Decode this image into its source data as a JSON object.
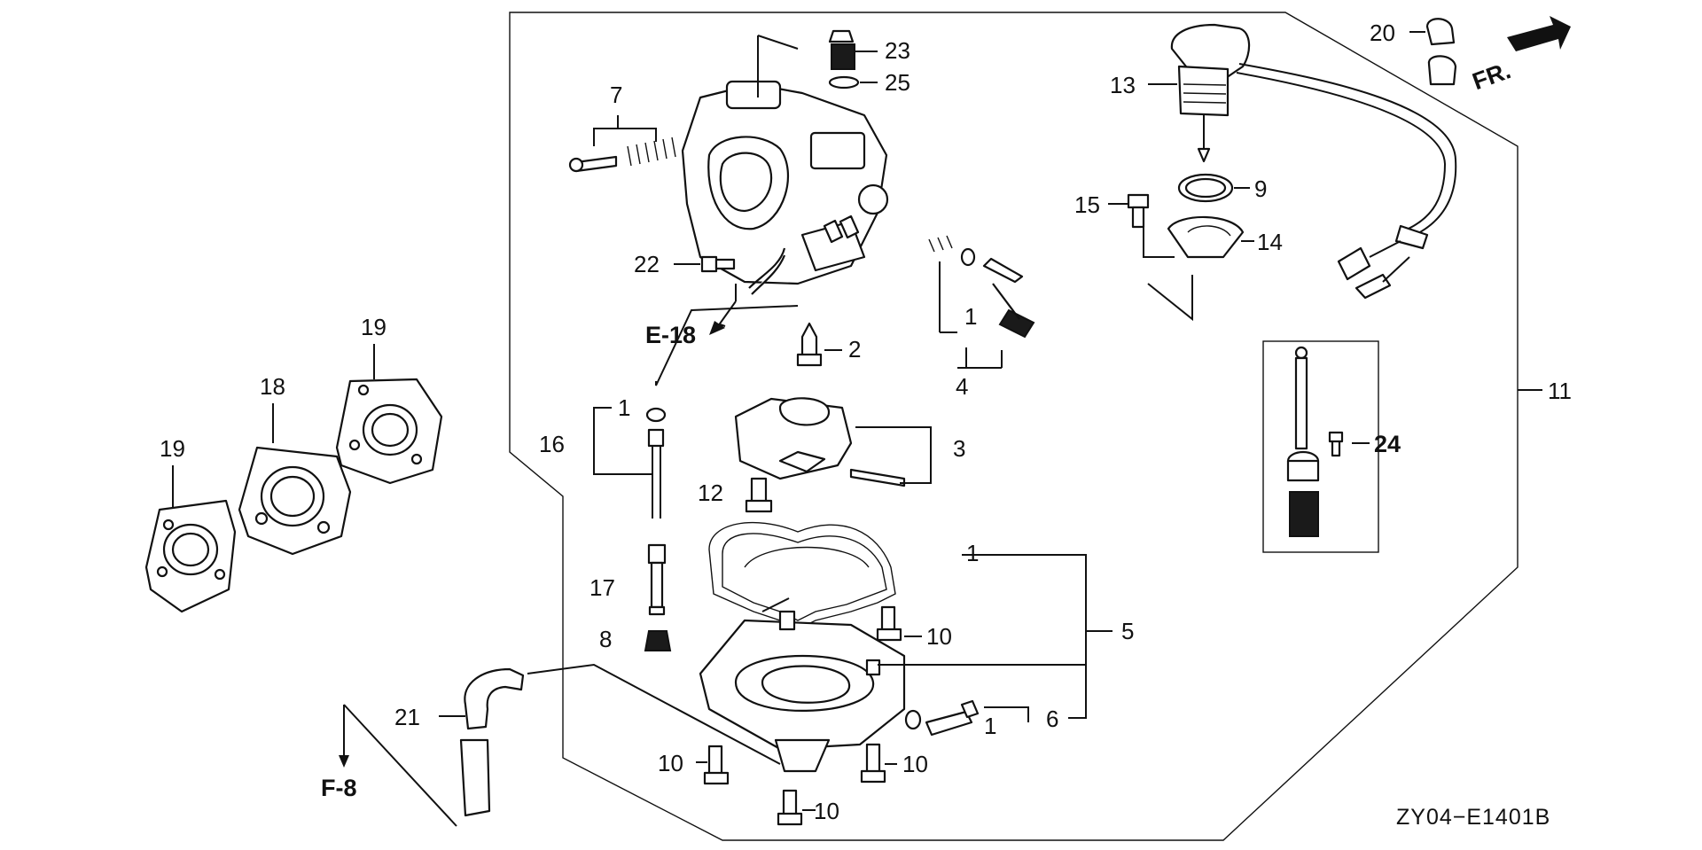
{
  "diagram": {
    "diagram_code": "ZY04−E1401B",
    "front_marker": "FR.",
    "references": {
      "e18": "E-18",
      "f8": "F-8"
    },
    "callouts": {
      "c1a": "1",
      "c1b": "1",
      "c1c": "1",
      "c1d": "1",
      "c2": "2",
      "c3": "3",
      "c4": "4",
      "c5": "5",
      "c6": "6",
      "c7": "7",
      "c8": "8",
      "c9": "9",
      "c10a": "10",
      "c10b": "10",
      "c10c": "10",
      "c10d": "10",
      "c11": "11",
      "c12": "12",
      "c13": "13",
      "c14": "14",
      "c15": "15",
      "c16": "16",
      "c17": "17",
      "c18": "18",
      "c19a": "19",
      "c19b": "19",
      "c20": "20",
      "c21": "21",
      "c22": "22",
      "c23": "23",
      "c24": "24",
      "c25": "25"
    }
  }
}
